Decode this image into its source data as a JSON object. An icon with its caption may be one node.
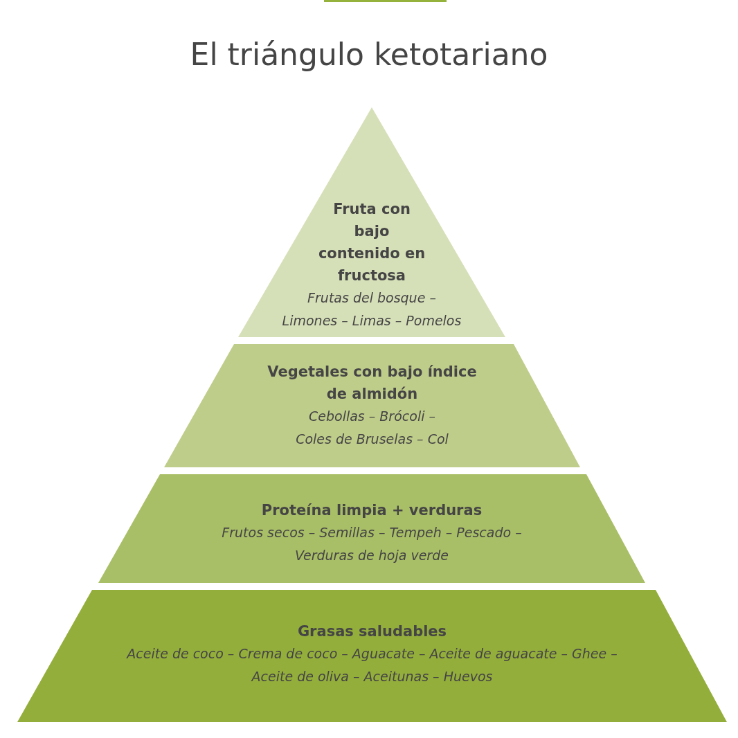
{
  "diagram": {
    "title": "El triángulo ketotariano",
    "nodes": [
      {
        "text": [
          "Fruta con bajo contenido en fructosa",
          "Frutas del bosque – Limones – Limas – Pomelos"
        ]
      },
      {
        "text": [
          "Vegetales con bajo índice de almidón",
          "Cebollas – Brócoli – Coles de Bruselas – Col"
        ]
      },
      {
        "text": [
          "Proteína limpia + verduras",
          "Frutos secos – Semillas – Tempeh – Pescado – Verduras de hoja verde"
        ]
      },
      {
        "text": [
          "Grasas saludables",
          "Aceite de coco – Crema de coco – Aguacate – Aceite de aguacate – Ghee – Aceite de oliva – Aceitunas – Huevos"
        ]
      }
    ]
  }
}
